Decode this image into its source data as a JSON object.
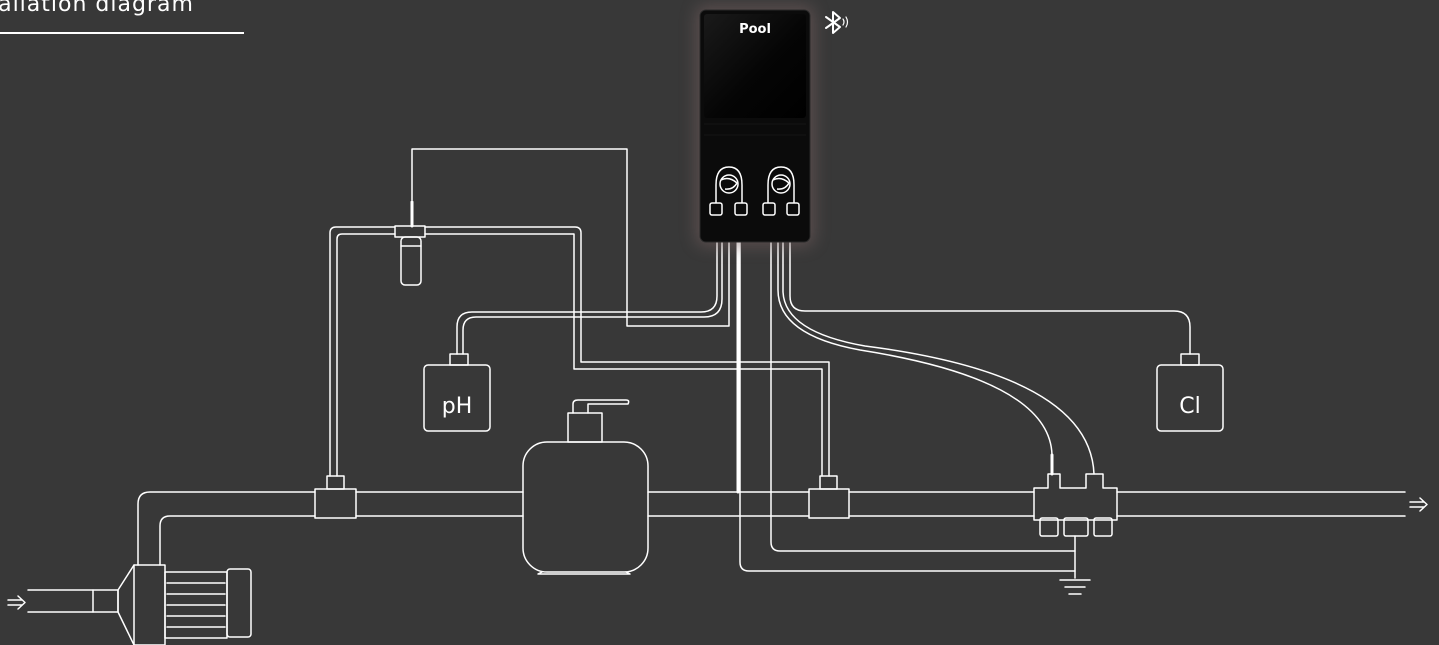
{
  "title": "stallation diagram",
  "device": {
    "brand_label": "Pool",
    "bluetooth_icon": "bluetooth-icon",
    "pumps": [
      "peristaltic-pump-icon",
      "peristaltic-pump-icon"
    ]
  },
  "tanks": {
    "ph_label": "pH",
    "cl_label": "Cl"
  },
  "icons": {
    "inlet": "inlet-arrow-icon",
    "outlet": "outlet-arrow-icon",
    "ground": "ground-icon"
  },
  "colors": {
    "background": "#383838",
    "lines": "#ffffff",
    "device_body": "#0b0b0b",
    "device_glow": "#6a5a5a"
  }
}
